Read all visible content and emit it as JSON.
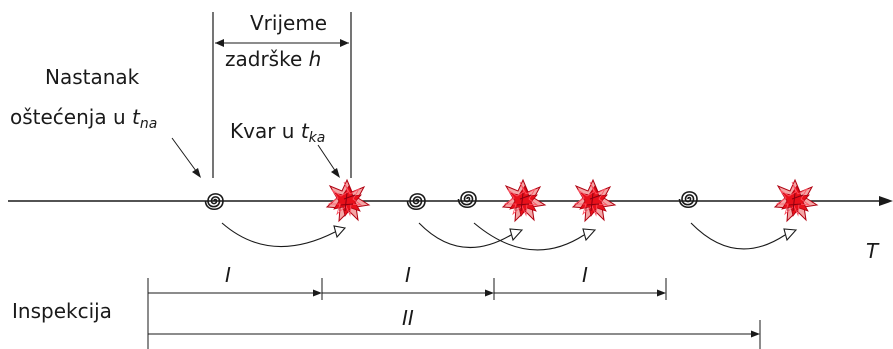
{
  "labels": {
    "delay_time_line1": "Vrijeme",
    "delay_time_line2": "zadrške",
    "delay_time_var": "h",
    "defect_onset_line1": "Nastanak",
    "defect_onset_line2": "oštećenja u",
    "defect_onset_var": "t",
    "defect_onset_sub": "na",
    "failure_text": "Kvar u",
    "failure_var": "t",
    "failure_sub": "ka",
    "time_axis": "T",
    "inspection": "Inspekcija",
    "interval_1": "I",
    "interval_2": "I",
    "interval_3": "I",
    "interval_long": "II"
  },
  "icons": {
    "defect": "spiral-icon",
    "failure": "star-burst-icon",
    "arrow": "curved-arrow-icon"
  },
  "colors": {
    "line": "#1a1a1a",
    "failure_red": "#e8101a",
    "failure_pink": "#f4a6a6",
    "failure_dark": "#b00010"
  }
}
